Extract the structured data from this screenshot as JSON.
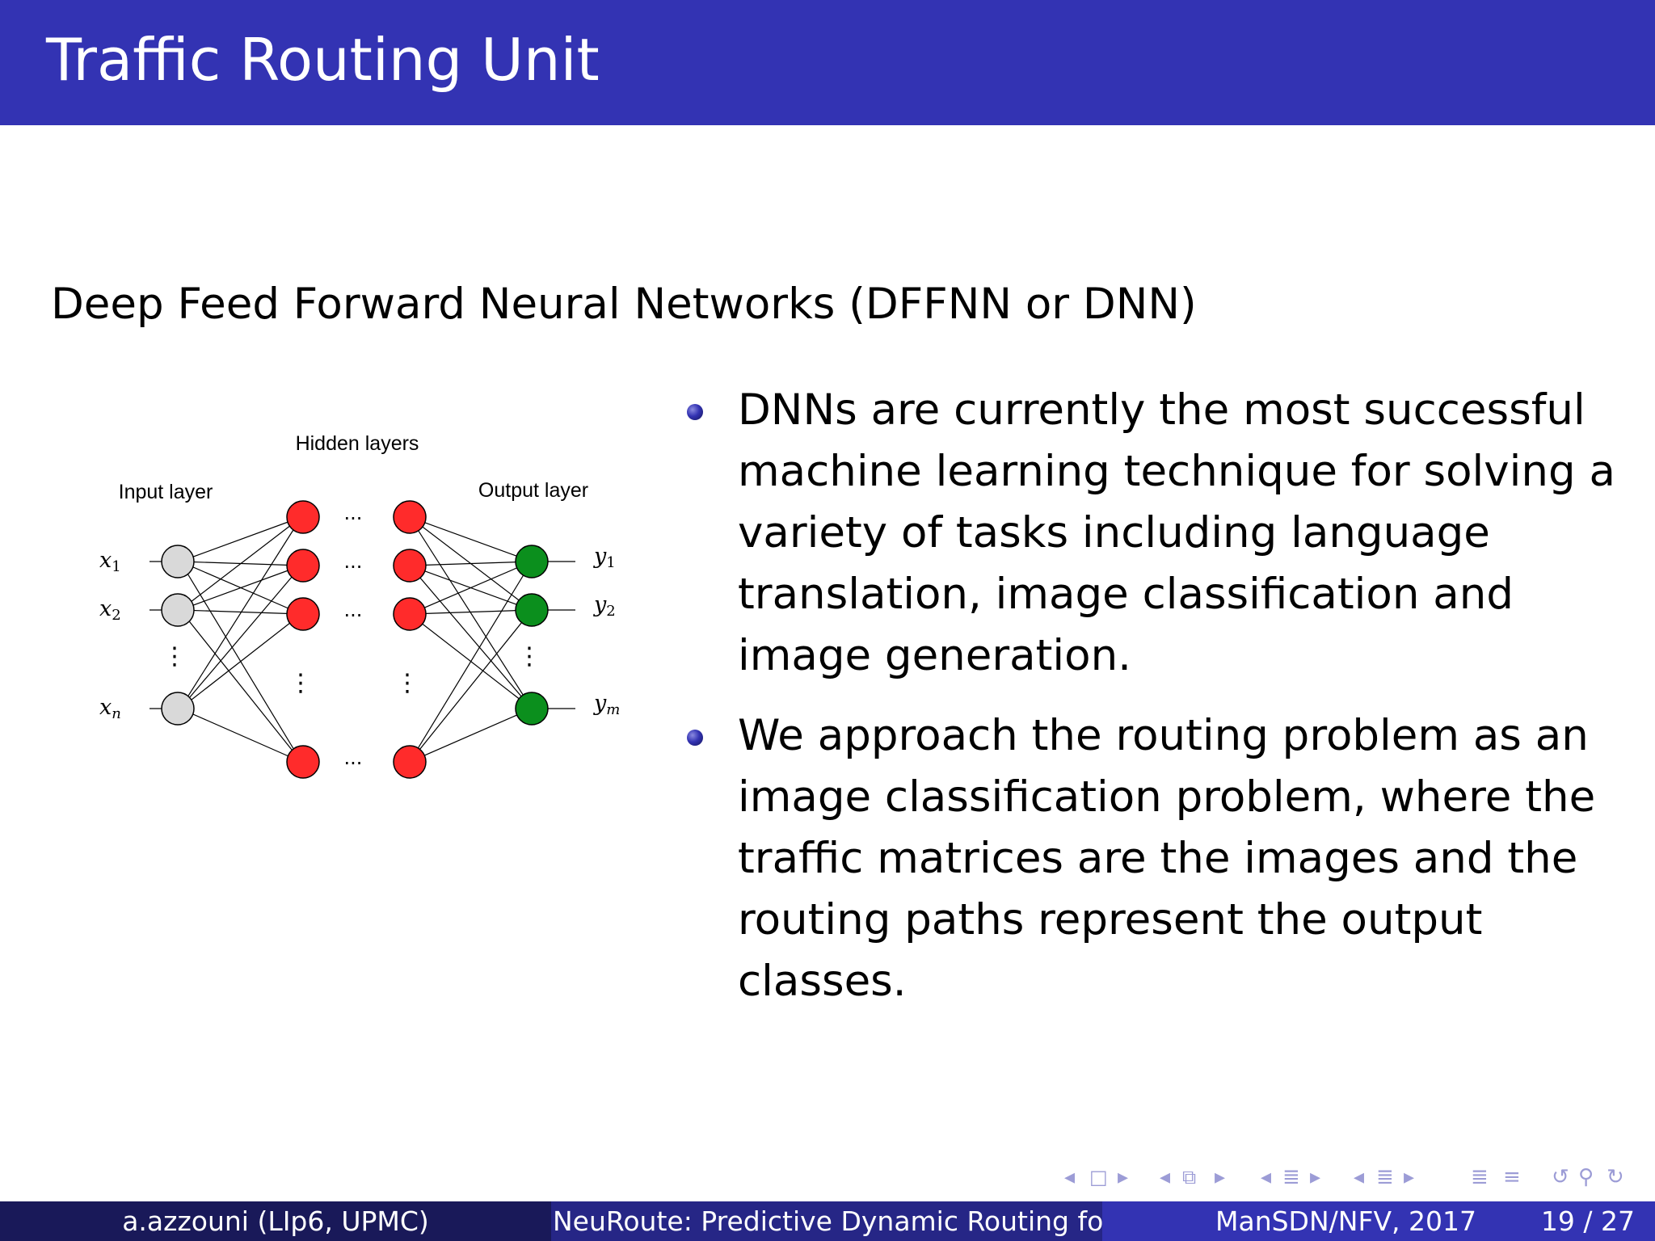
{
  "slide": {
    "title": "Traffic Routing Unit",
    "subtitle": "Deep Feed Forward Neural Networks (DFFNN or DNN)",
    "bullets": [
      "DNNs are currently the most successful machine learning technique for solving a variety of tasks including language translation, image classification and image generation.",
      "We approach the routing problem as an image classification problem, where the traffic matrices are the images and the routing paths represent the output classes."
    ]
  },
  "diagram": {
    "labels": {
      "input": "Input layer",
      "hidden": "Hidden layers",
      "output": "Output layer"
    },
    "inputs": [
      "x",
      "x",
      "x"
    ],
    "input_subs": [
      "1",
      "2",
      "n"
    ],
    "outputs": [
      "y",
      "y",
      "y"
    ],
    "output_subs": [
      "1",
      "2",
      "m"
    ],
    "ellipsis": "...",
    "vdots": "⋮",
    "colors": {
      "input": "#d9d9d9",
      "hidden": "#ff2b2b",
      "output": "#0b8f1d"
    }
  },
  "footer": {
    "author": "a.azzouni  (LIp6, UPMC)",
    "talk": "NeuRoute: Predictive Dynamic Routing for So",
    "conference": "ManSDN/NFV, 2017",
    "page": "19 / 27"
  },
  "nav_icons": [
    "nav-frame-prev-icon",
    "nav-frame-icon",
    "nav-frame-next-icon",
    "nav-subsection-prev-icon",
    "nav-subsection-icon",
    "nav-subsection-next-icon",
    "nav-section-prev-icon",
    "nav-section-icon",
    "nav-section-next-icon",
    "nav-doc-prev-icon",
    "nav-doc-icon",
    "nav-doc-next-icon",
    "nav-align-icon",
    "nav-search-icon"
  ],
  "colors": {
    "header": "#3333b3",
    "footer_left": "#191959",
    "footer_mid": "#262686",
    "footer_right": "#3333b3",
    "nav": "#9c9cd6"
  }
}
